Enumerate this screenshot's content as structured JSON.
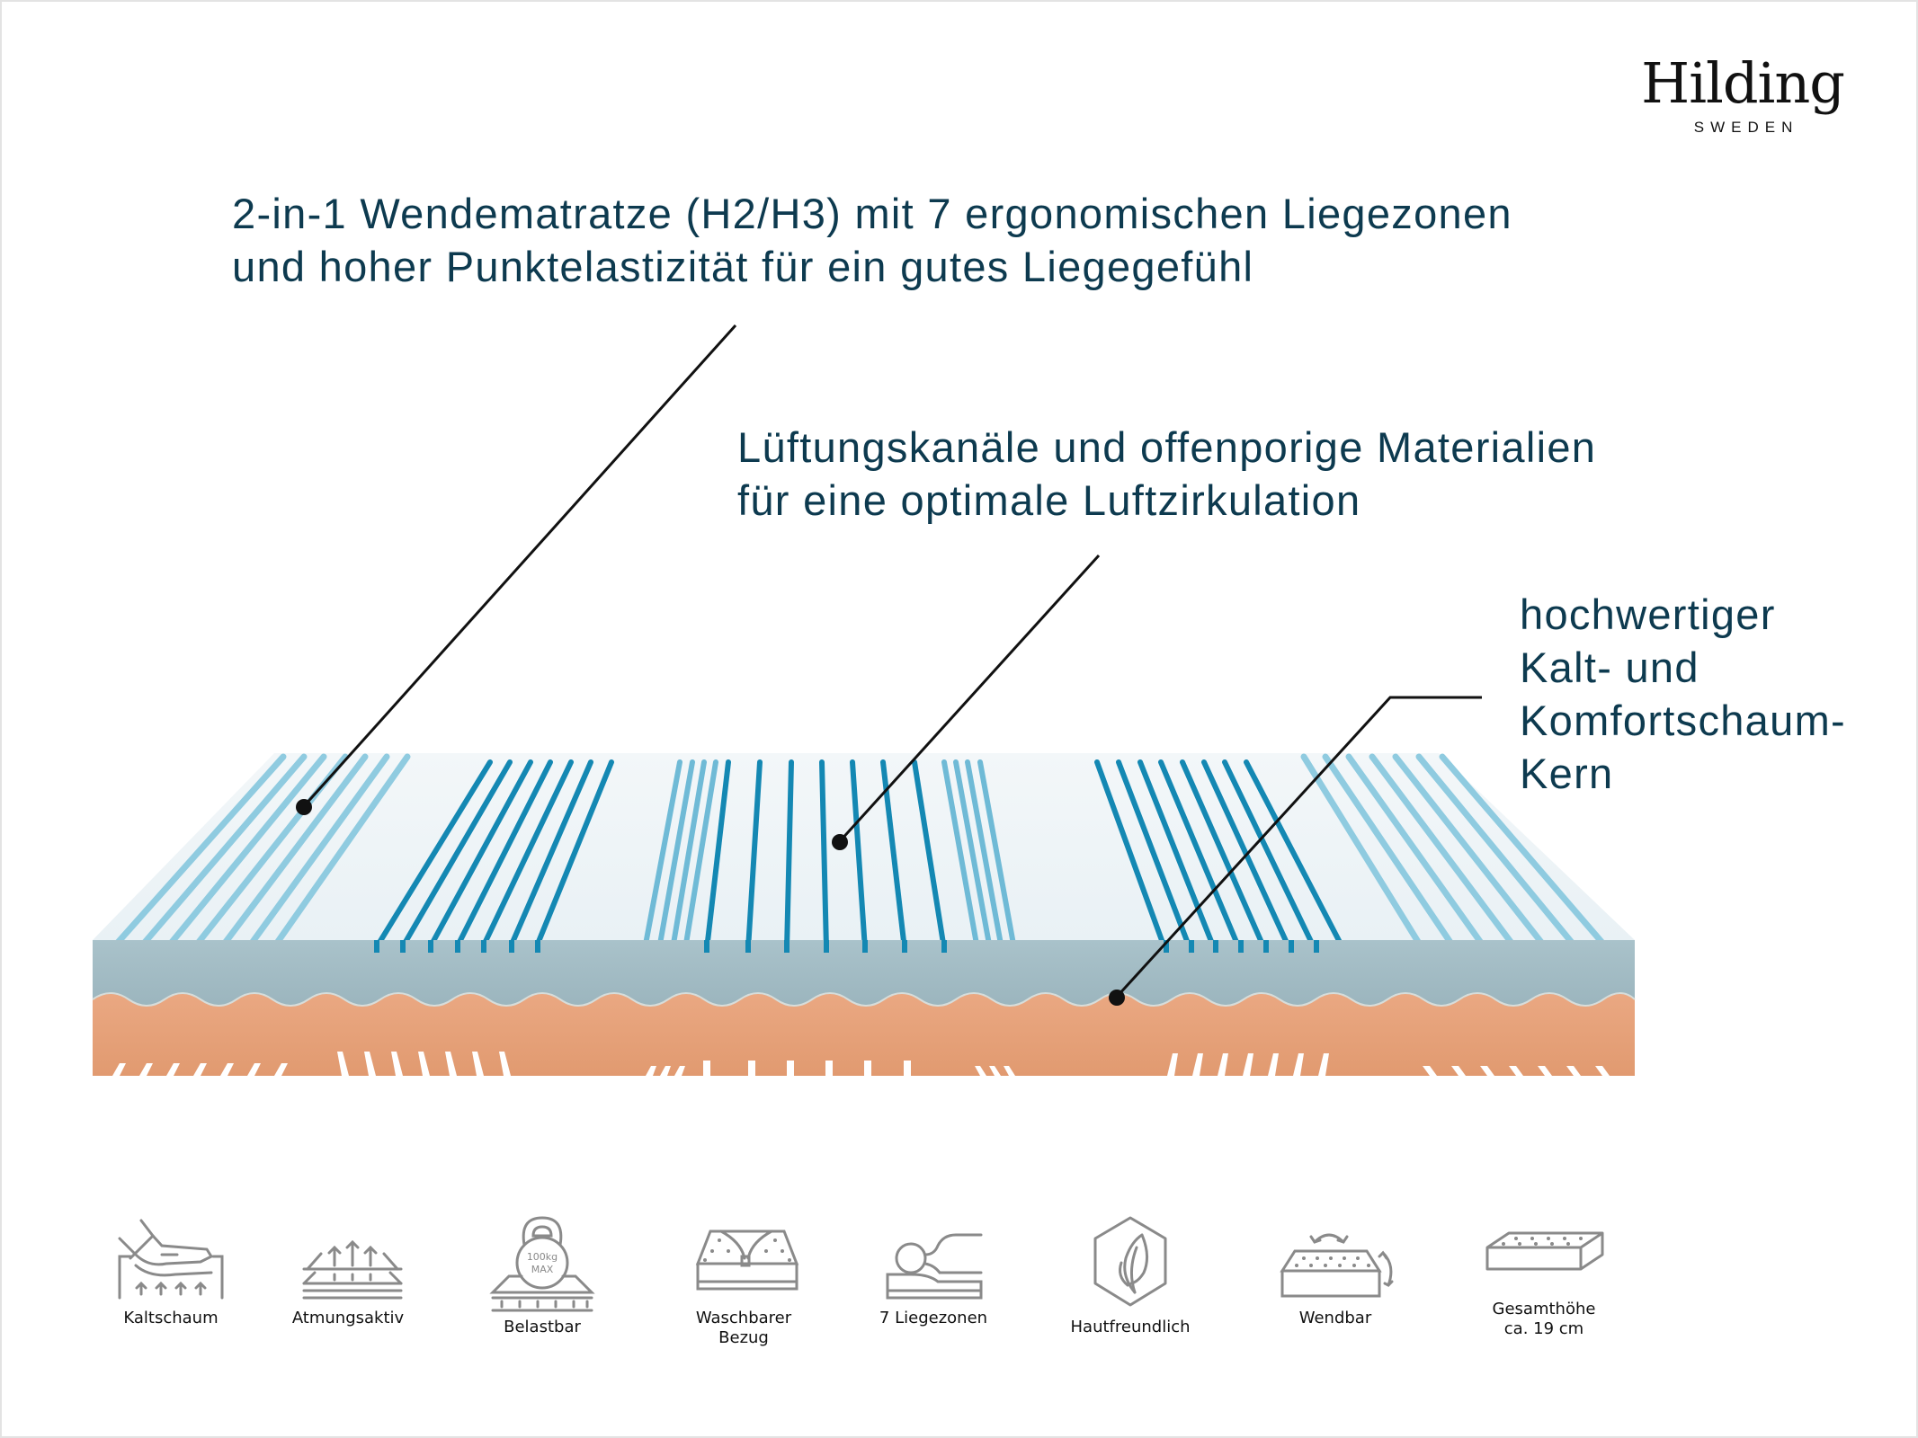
{
  "brand": {
    "name": "Hilding",
    "tagline": "SWEDEN"
  },
  "callouts": [
    {
      "id": "top-layer",
      "lines": [
        "2-in-1 Wendematratze (H2/H3) mit 7 ergonomischen Liegezonen",
        "und hoher Punktelastizität für ein gutes Liegegefühl"
      ]
    },
    {
      "id": "ventilation",
      "lines": [
        "Lüftungskanäle und offenporige Materialien",
        "für eine optimale Luftzirkulation"
      ]
    },
    {
      "id": "core",
      "lines": [
        "hochwertiger",
        "Kalt- und",
        "Komfortschaum-",
        "Kern"
      ]
    }
  ],
  "features": [
    {
      "icon": "cold-foam-icon",
      "label": "Kaltschaum"
    },
    {
      "icon": "breathable-icon",
      "label": "Atmungsaktiv"
    },
    {
      "icon": "weight-capacity-icon",
      "label": "Belastbar",
      "icon_text": [
        "100kg",
        "MAX"
      ]
    },
    {
      "icon": "washable-cover-icon",
      "label": "Waschbarer\nBezug",
      "label_lines": [
        "Waschbarer",
        "Bezug"
      ]
    },
    {
      "icon": "sleep-zones-icon",
      "label": "7 Liegezonen"
    },
    {
      "icon": "skin-friendly-icon",
      "label": "Hautfreundlich"
    },
    {
      "icon": "reversible-icon",
      "label": "Wendbar"
    },
    {
      "icon": "total-height-icon",
      "label": "Gesamthöhe ca. 19 cm",
      "label_lines": [
        "Gesamthöhe",
        "ca. 19 cm"
      ]
    }
  ],
  "colors": {
    "text": "#0d3a4f",
    "top_foam": "#eef4f7",
    "channel_light": "#8fcbe0",
    "channel_dark": "#1488b3",
    "grey_blue_foam": "#9fb7bf",
    "orange_foam": "#e7a27b",
    "icon_grey": "#8a8a8a",
    "leader": "#111111"
  }
}
